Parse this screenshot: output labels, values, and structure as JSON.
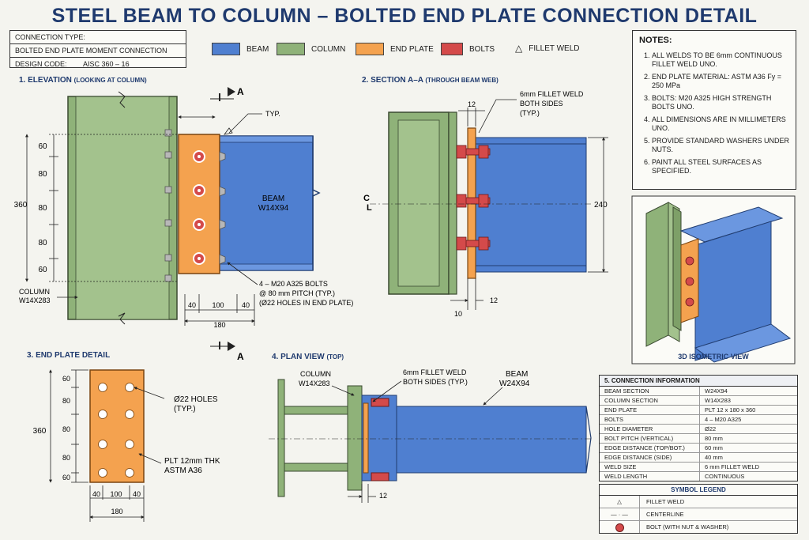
{
  "title": "STEEL BEAM TO COLUMN – BOLTED END PLATE CONNECTION DETAIL",
  "info": {
    "connection_type_label": "CONNECTION TYPE:",
    "connection_type": "BOLTED END PLATE MOMENT CONNECTION",
    "design_code_label": "DESIGN CODE:",
    "design_code": "AISC 360 – 16"
  },
  "legend": {
    "beam": "BEAM",
    "column": "COLUMN",
    "end_plate": "END PLATE",
    "bolts": "BOLTS",
    "fillet_weld": "FILLET WELD"
  },
  "colors": {
    "beam": "#4f7fd0",
    "column": "#8fb279",
    "end_plate": "#f4a24f",
    "bolts": "#d44a4a",
    "title": "#1f3a6e"
  },
  "notes": {
    "title": "NOTES:",
    "items": [
      "ALL WELDS TO BE 6mm CONTINUOUS FILLET WELD UNO.",
      "END PLATE MATERIAL: ASTM A36 Fy = 250 MPa",
      "BOLTS: M20 A325 HIGH STRENGTH BOLTS UNO.",
      "ALL DIMENSIONS ARE IN MILLIMETERS UNO.",
      "PROVIDE STANDARD WASHERS UNDER NUTS.",
      "PAINT ALL STEEL SURFACES AS SPECIFIED."
    ]
  },
  "elevation": {
    "heading": "1. ELEVATION",
    "subheading": "(LOOKING AT COLUMN)",
    "section_mark": "A",
    "typ": "TYP.",
    "beam_label": "BEAM",
    "beam_size": "W14X94",
    "column_label": "COLUMN",
    "column_size": "W14X283",
    "dim_total": "360",
    "dims_vertical": [
      "60",
      "80",
      "80",
      "80",
      "60"
    ],
    "dims_horizontal": [
      "40",
      "100",
      "40"
    ],
    "dim_width": "180",
    "bolt_note": [
      "4 – M20 A325 BOLTS",
      "@ 80 mm PITCH (TYP.)",
      "(Ø22 HOLES IN END PLATE)"
    ]
  },
  "section": {
    "heading": "2. SECTION A–A",
    "subheading": "(THROUGH BEAM WEB)",
    "weld_note": [
      "6mm FILLET WELD",
      "BOTH SIDES",
      "(TYP.)"
    ],
    "dim_top": "12",
    "dim_height": "240",
    "dim_bottom_right": "12",
    "dim_bottom_left": "10",
    "cl_c": "C",
    "cl_l": "L"
  },
  "end_plate": {
    "heading": "3. END PLATE DETAIL",
    "dim_total": "360",
    "dims_vertical": [
      "60",
      "80",
      "80",
      "80",
      "60"
    ],
    "dims_horizontal": [
      "40",
      "100",
      "40"
    ],
    "dim_width": "180",
    "holes_note": [
      "Ø22 HOLES",
      "(TYP.)"
    ],
    "plate_note": [
      "PLT 12mm THK",
      "ASTM A36"
    ]
  },
  "plan": {
    "heading": "4. PLAN VIEW",
    "subheading": "(TOP)",
    "column_label": "COLUMN",
    "column_size": "W14X283",
    "weld_note": [
      "6mm FILLET WELD",
      "BOTH SIDES (TYP.)"
    ],
    "beam_label": "BEAM",
    "beam_size": "W24X94",
    "dim": "12"
  },
  "iso": {
    "caption": "3D ISOMETRIC VIEW"
  },
  "connection_info": {
    "title": "5. CONNECTION INFORMATION",
    "rows": [
      {
        "k": "BEAM SECTION",
        "v": "W24X94"
      },
      {
        "k": "COLUMN SECTION",
        "v": "W14X283"
      },
      {
        "k": "END PLATE",
        "v": "PLT 12 x 180 x 360"
      },
      {
        "k": "BOLTS",
        "v": "4 – M20 A325"
      },
      {
        "k": "HOLE DIAMETER",
        "v": "Ø22"
      },
      {
        "k": "BOLT PITCH (VERTICAL)",
        "v": "80 mm"
      },
      {
        "k": "EDGE DISTANCE (TOP/BOT.)",
        "v": "60 mm"
      },
      {
        "k": "EDGE DISTANCE (SIDE)",
        "v": "40 mm"
      },
      {
        "k": "WELD SIZE",
        "v": "6 mm FILLET WELD"
      },
      {
        "k": "WELD LENGTH",
        "v": "CONTINUOUS"
      }
    ]
  },
  "symbol_legend": {
    "title": "SYMBOL LEGEND",
    "rows": [
      {
        "icon": "triangle-icon",
        "t": "FILLET WELD"
      },
      {
        "icon": "centerline-icon",
        "t": "CENTERLINE"
      },
      {
        "icon": "bolt-icon",
        "t": "BOLT (WITH NUT & WASHER)"
      }
    ]
  }
}
